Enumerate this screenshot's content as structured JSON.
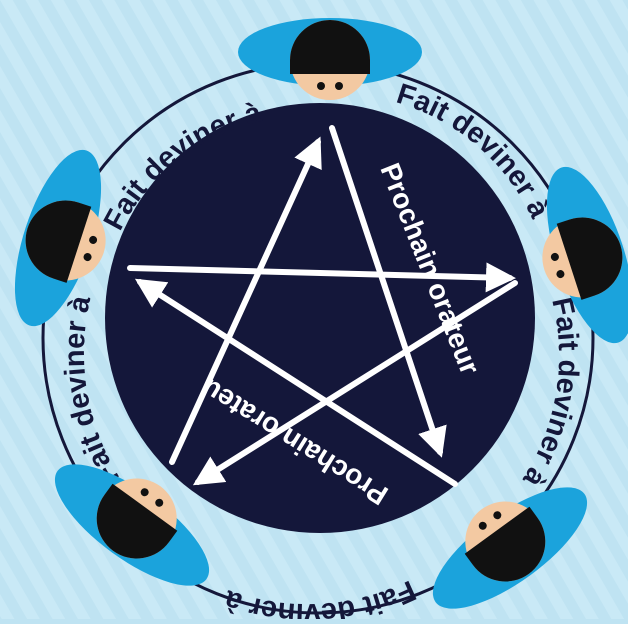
{
  "outer_labels": [
    {
      "text": "Fait deviner à"
    },
    {
      "text": "Fait deviner à"
    },
    {
      "text": "Fait deviner à"
    },
    {
      "text": "Fait deviner à"
    },
    {
      "text": "Fait deviner à"
    }
  ],
  "inner_labels": [
    {
      "text": "Prochain orateur"
    },
    {
      "text": "Prochain orateur"
    }
  ],
  "players": [
    {
      "name": "player-top"
    },
    {
      "name": "player-right"
    },
    {
      "name": "player-bottom-right"
    },
    {
      "name": "player-bottom-left"
    },
    {
      "name": "player-left"
    }
  ],
  "colors": {
    "background": "#bfe3f2",
    "circle": "#14173a",
    "ring": "#14173a",
    "arrow": "#ffffff",
    "cushion": "#1ba3dc",
    "skin": "#f3c9a2",
    "hair": "#111111"
  }
}
